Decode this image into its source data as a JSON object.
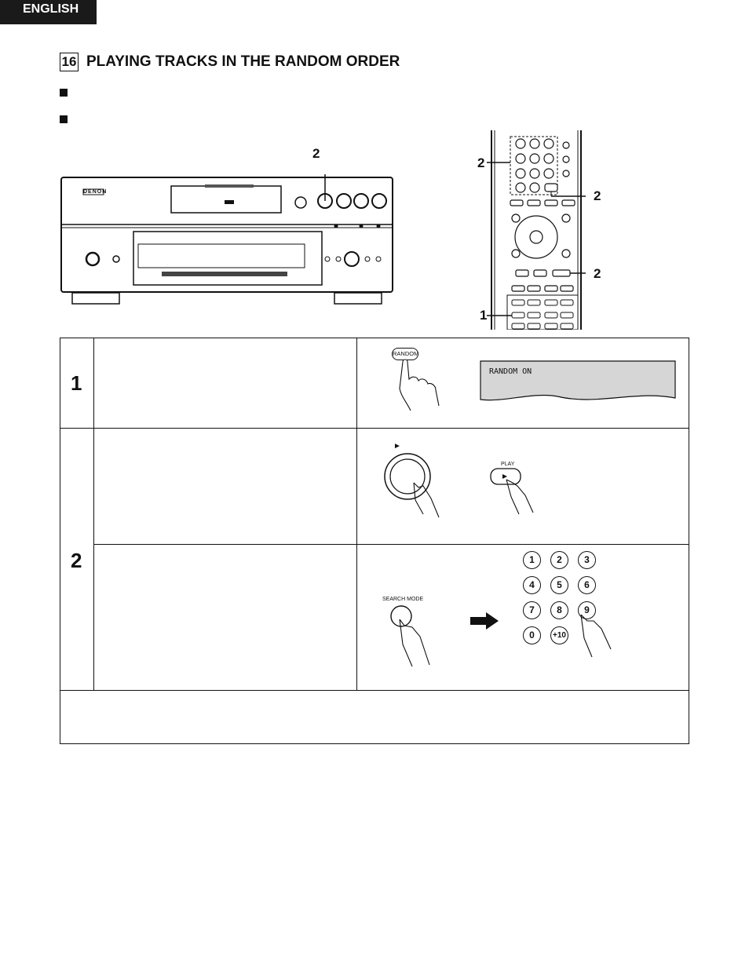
{
  "header": {
    "language": "ENGLISH"
  },
  "section": {
    "number": "16",
    "title": "PLAYING TRACKS IN THE RANDOM ORDER"
  },
  "figure_callouts": {
    "player_button": "2",
    "remote_numbers": "2",
    "remote_search": "2",
    "remote_play": "2",
    "remote_random": "1"
  },
  "player": {
    "brand": "DENON"
  },
  "steps": [
    {
      "number": "1",
      "button_label": "RANDOM",
      "display_text": "RANDOM ON"
    },
    {
      "number": "2",
      "play_symbol": "►",
      "play_label": "PLAY",
      "search_label": "SEARCH MODE",
      "keypad": [
        "1",
        "2",
        "3",
        "4",
        "5",
        "6",
        "7",
        "8",
        "9",
        "0",
        "+10"
      ]
    }
  ]
}
